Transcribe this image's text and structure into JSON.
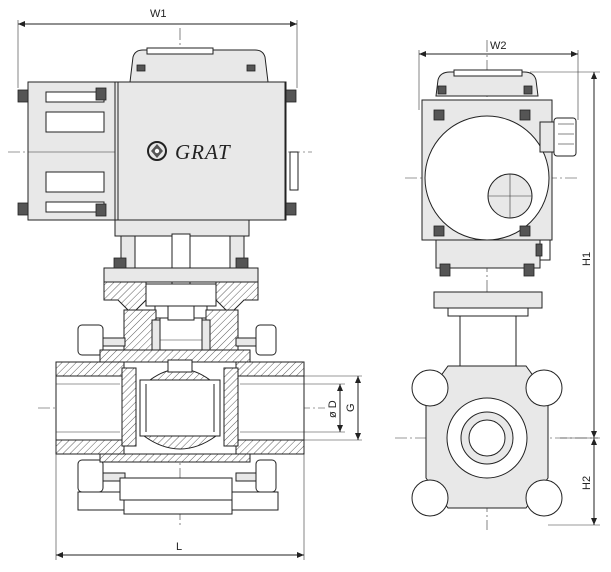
{
  "brand": {
    "name": "GRAT"
  },
  "dimensions": {
    "w1": "W1",
    "w2": "W2",
    "l": "L",
    "h1": "H1",
    "h2": "H2",
    "d": "ø D",
    "g": "G"
  },
  "colors": {
    "line": "#222222",
    "body_fill": "#e8e8e8",
    "background": "#ffffff"
  }
}
